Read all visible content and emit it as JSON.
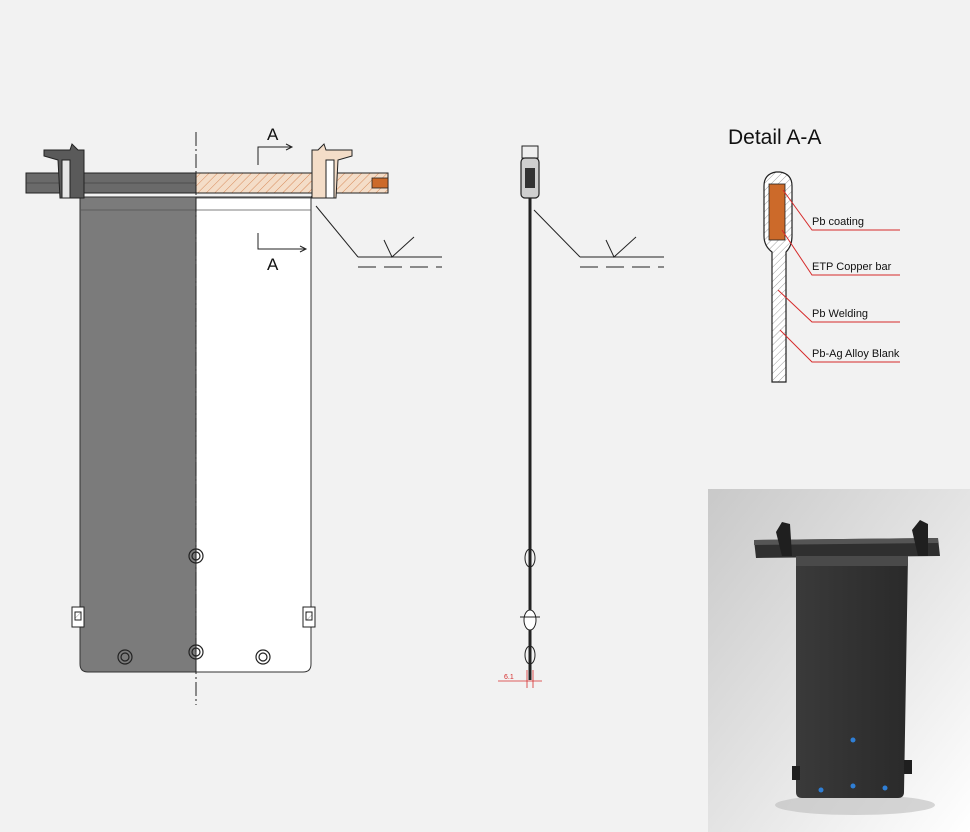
{
  "section_marks": {
    "top": "A",
    "bottom": "A"
  },
  "detail": {
    "title": "Detail A-A",
    "labels": {
      "pb_coating": "Pb coating",
      "copper_bar": "ETP Copper bar",
      "pb_welding": "Pb Welding",
      "alloy_blank": "Pb-Ag Alloy Blank"
    }
  },
  "side_view": {
    "dimension_text": "6.1"
  },
  "colors": {
    "background": "#f2f2f2",
    "plate_dark": "#7b7b7b",
    "copper": "#cc6a2a",
    "leader_red": "#d62b2b",
    "blue_marks": "#2f7fd6"
  }
}
